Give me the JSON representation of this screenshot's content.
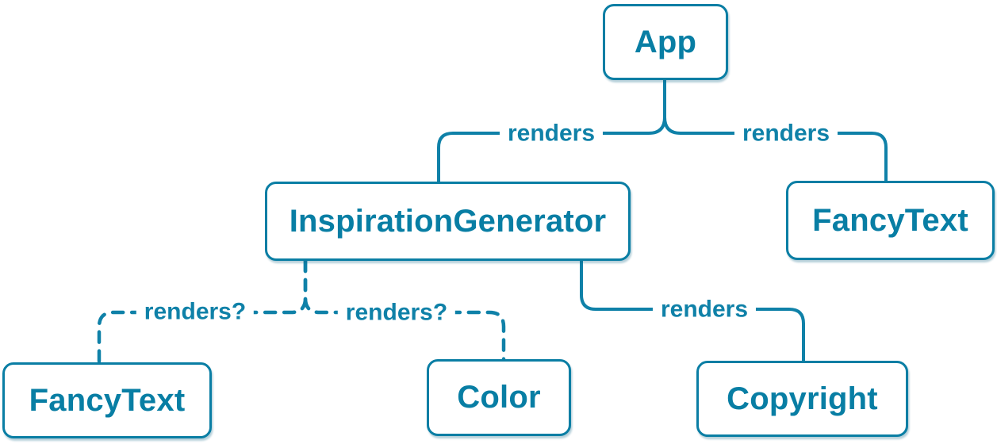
{
  "diagram": {
    "colors": {
      "line": "#0f81a8",
      "node_border": "#0a7ea4",
      "node_text": "#087ea4",
      "node_background": "#ffffff",
      "page_background": "#ffffff"
    },
    "nodes": {
      "app": {
        "label": "App"
      },
      "inspiration_generator": {
        "label": "InspirationGenerator"
      },
      "fancy_text_top": {
        "label": "FancyText"
      },
      "fancy_text_bottom": {
        "label": "FancyText"
      },
      "color": {
        "label": "Color"
      },
      "copyright": {
        "label": "Copyright"
      }
    },
    "edges": {
      "app_to_inspiration_generator": {
        "label": "renders",
        "style": "solid"
      },
      "app_to_fancy_text": {
        "label": "renders",
        "style": "solid"
      },
      "inspiration_generator_to_fancy_text": {
        "label": "renders?",
        "style": "dashed"
      },
      "inspiration_generator_to_color": {
        "label": "renders?",
        "style": "dashed"
      },
      "inspiration_generator_to_copyright": {
        "label": "renders",
        "style": "solid"
      }
    }
  }
}
